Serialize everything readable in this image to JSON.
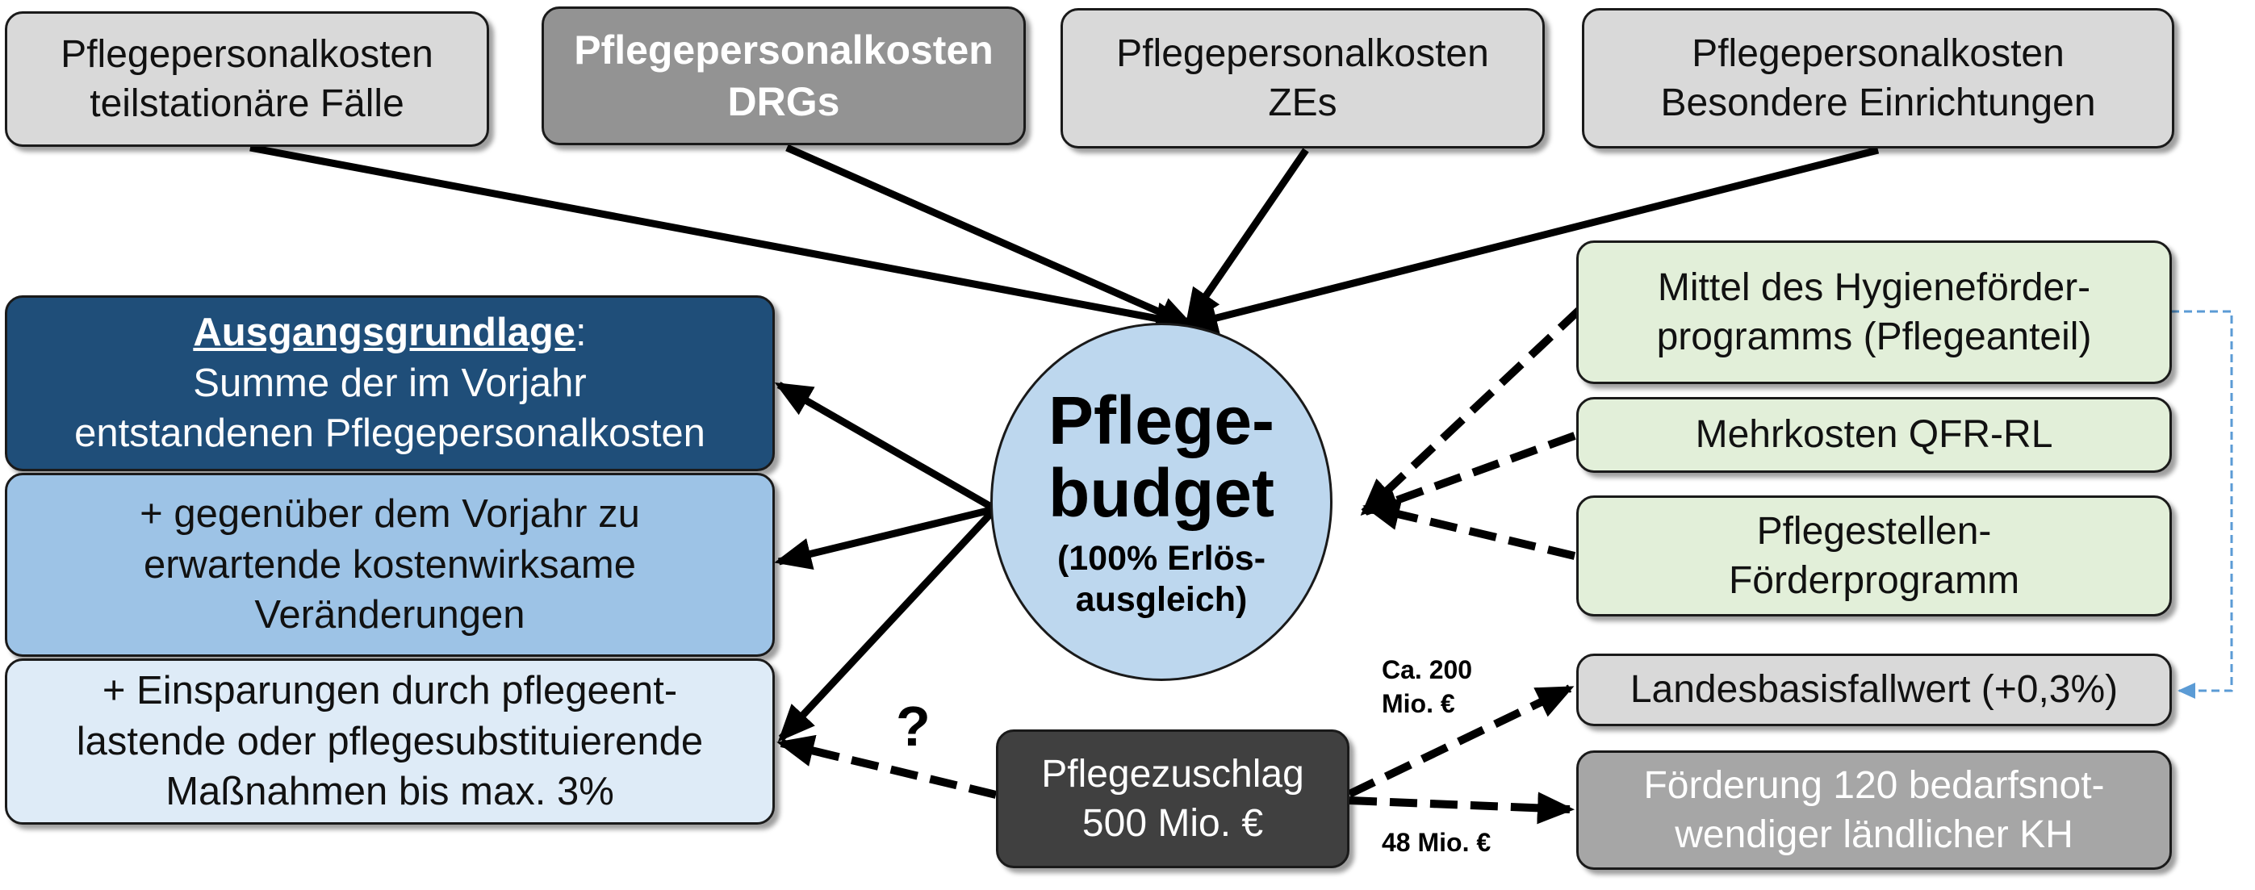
{
  "top_sources": [
    {
      "line1": "Pflegepersonalkosten",
      "line2": "teilstationäre Fälle"
    },
    {
      "line1": "Pflegepersonalkosten",
      "line2": "DRGs"
    },
    {
      "line1": "Pflegepersonalkosten",
      "line2": "ZEs"
    },
    {
      "line1": "Pflegepersonalkosten",
      "line2": "Besondere Einrichtungen"
    }
  ],
  "center": {
    "line1": "Pflege-",
    "line2": "budget",
    "sub1": "(100% Erlös-",
    "sub2": "ausgleich)"
  },
  "left_components": {
    "base": {
      "heading": "Ausgangsgrundlage",
      "colon": ":",
      "line1": "Summe der im Vorjahr",
      "line2": "entstandenen Pflegepersonalkosten"
    },
    "changes": {
      "line1": "+ gegenüber dem Vorjahr zu",
      "line2": "erwartende kostenwirksame",
      "line3": "Veränderungen"
    },
    "savings": {
      "line1": "+ Einsparungen durch pflegeent-",
      "line2": "lastende oder pflegesubstituierende",
      "line3": "Maßnahmen bis max. 3%"
    }
  },
  "right_sources": [
    {
      "line1": "Mittel des Hygieneförder-",
      "line2": "programms (Pflegeanteil)"
    },
    {
      "line1": "Mehrkosten QFR-RL"
    },
    {
      "line1": "Pflegestellen-",
      "line2": "Förderprogramm"
    }
  ],
  "pflegezuschlag": {
    "line1": "Pflegezuschlag",
    "line2": "500 Mio. €"
  },
  "landesbasisfallwert": {
    "label": "Landesbasisfallwert (+0,3%)"
  },
  "foerderung": {
    "line1": "Förderung 120 bedarfsnot-",
    "line2": "wendiger ländlicher KH"
  },
  "edge_labels": {
    "upper_amount_line1": "Ca. 200",
    "upper_amount_line2": "Mio. €",
    "lower_amount": "48 Mio. €",
    "question": "?"
  },
  "colors": {
    "solid_arrow": "#000000",
    "dashed_link": "#5b9bd5",
    "dark_blue_box": "#1f4e79",
    "circle_fill": "#bdd7ee",
    "green_box": "#e2efd9"
  }
}
